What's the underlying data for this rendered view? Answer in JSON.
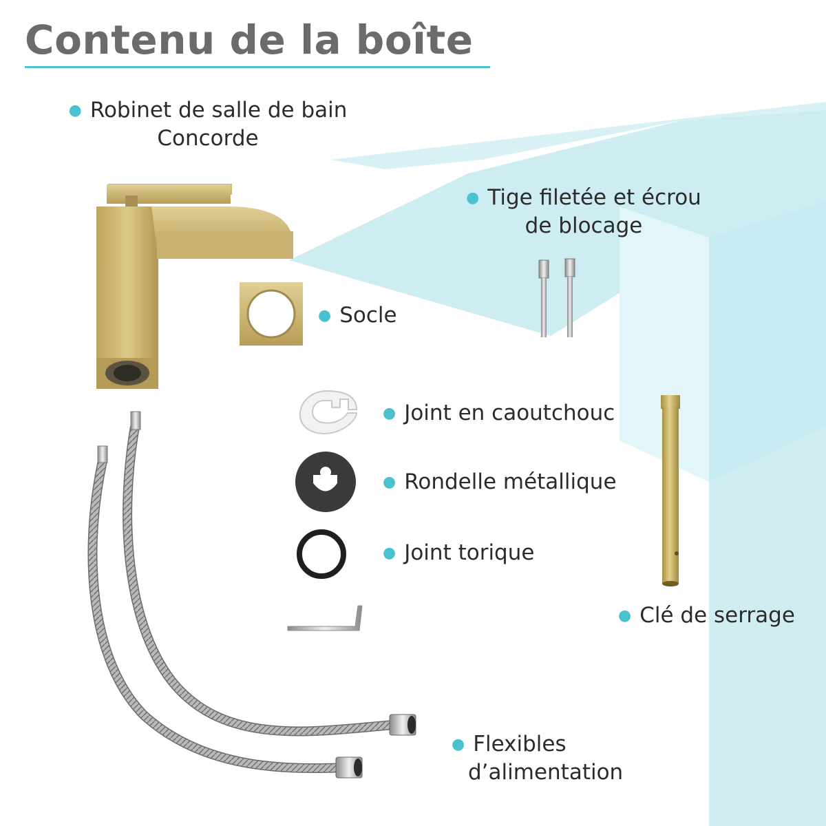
{
  "title": "Contenu de la boîte",
  "colors": {
    "accent": "#49c1cf",
    "title": "#6b6b6b",
    "gold": "#c7b068",
    "panel": "#cfeef3"
  },
  "items": {
    "robinet": {
      "line1": "Robinet de salle de bain",
      "line2": "Concorde"
    },
    "tige": {
      "line1": "Tige filetée et écrou",
      "line2": "de blocage"
    },
    "socle": {
      "label": "Socle"
    },
    "joint_caoutchouc": {
      "label": "Joint en caoutchouc"
    },
    "rondelle": {
      "label": "Rondelle métallique"
    },
    "joint_torique": {
      "label": "Joint torique"
    },
    "cle": {
      "label": "Clé de serrage"
    },
    "flexibles": {
      "line1": "Flexibles",
      "line2": "d’alimentation"
    }
  }
}
